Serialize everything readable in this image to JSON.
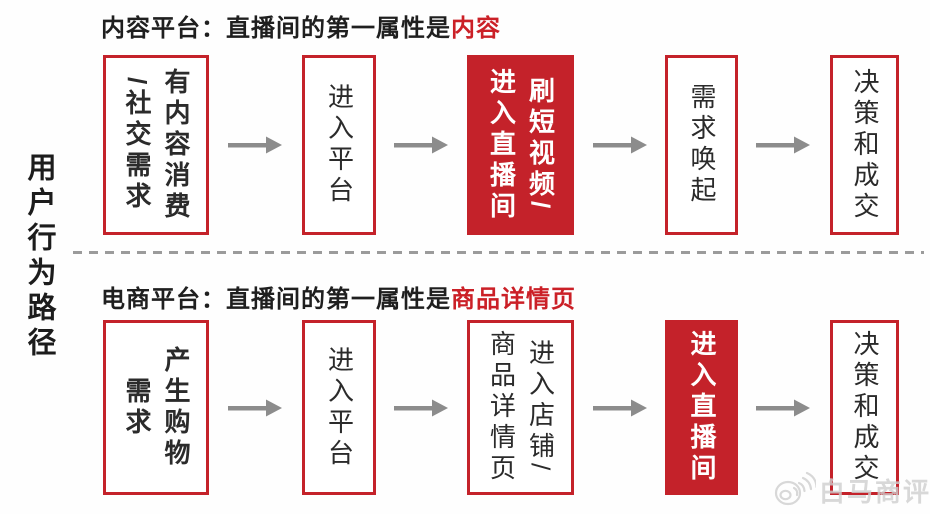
{
  "colors": {
    "red": "#c4222a",
    "title_red": "#cb2027",
    "box_text": "#2b2b2b",
    "arrow_gray": "#8c8c8c",
    "divider_gray": "#9b9b9b",
    "watermark_gray": "#cfcfcf"
  },
  "sidebar": {
    "label": "用户行为路径"
  },
  "sections": [
    {
      "name": "content-platform",
      "title_prefix": "内容平台：直播间的第一属性是",
      "title_highlight": "内容",
      "boxes": [
        {
          "columns": [
            "有内容消费",
            "/社交需求"
          ],
          "style": "outline",
          "weight": "bold"
        },
        {
          "columns": [
            "进入平台"
          ],
          "style": "outline",
          "weight": "normal"
        },
        {
          "columns": [
            "刷短视频/",
            "进入直播间"
          ],
          "style": "filled",
          "weight": "bold"
        },
        {
          "columns": [
            "需求唤起"
          ],
          "style": "outline",
          "weight": "normal"
        },
        {
          "columns": [
            "决策和成交"
          ],
          "style": "outline",
          "weight": "normal"
        }
      ]
    },
    {
      "name": "ecommerce-platform",
      "title_prefix": "电商平台：直播间的第一属性是",
      "title_highlight": "商品详情页",
      "boxes": [
        {
          "columns": [
            "产生购物",
            "需求"
          ],
          "style": "outline",
          "weight": "bold"
        },
        {
          "columns": [
            "进入平台"
          ],
          "style": "outline",
          "weight": "normal"
        },
        {
          "columns": [
            "进入店铺/",
            "商品详情页"
          ],
          "style": "outline",
          "weight": "normal"
        },
        {
          "columns": [
            "进入直播间"
          ],
          "style": "filled",
          "weight": "bold"
        },
        {
          "columns": [
            "决策和成交"
          ],
          "style": "outline",
          "weight": "normal"
        }
      ]
    }
  ],
  "watermark": {
    "text": "白马商评"
  }
}
